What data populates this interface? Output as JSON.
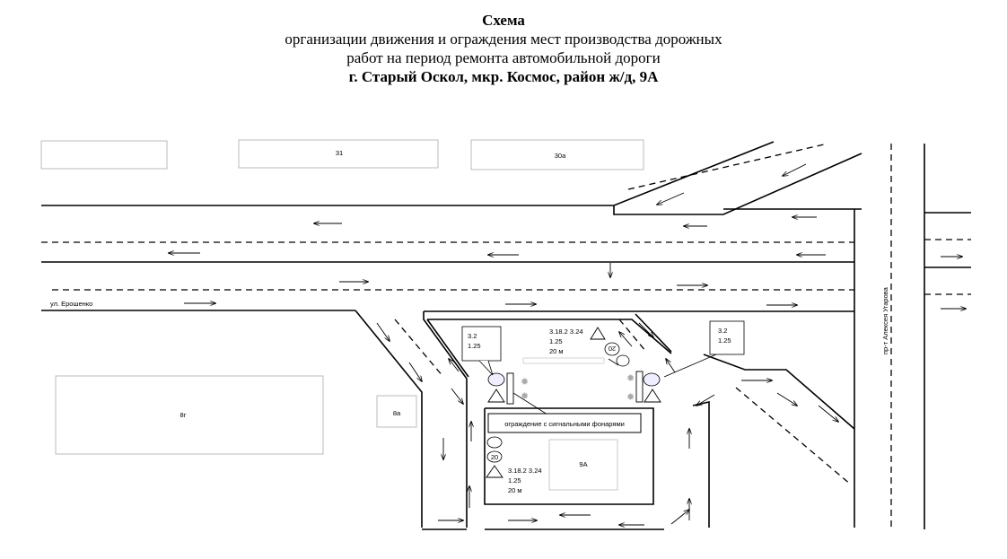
{
  "title": {
    "line1": "Схема",
    "line2": "организации движения и ограждения мест производства дорожных",
    "line3": "работ на период ремонта автомобильной дороги",
    "line4": "г. Старый Оскол, мкр. Космос, район ж/д, 9А"
  },
  "buildings": {
    "b31": "31",
    "b30a": "30а",
    "b8g": "8г",
    "b8a": "8а",
    "b9a": "9А"
  },
  "streets": {
    "eroshenko": "ул. Ерошенко",
    "ugarova": "пр-т Алексея Угарова"
  },
  "callouts": {
    "left_sign_line1": "3.2",
    "left_sign_line2": "1.25",
    "right_sign_line1": "3.2",
    "right_sign_line2": "1.25",
    "top_signs_line1": "3.18.2 3.24",
    "top_signs_line2": "1.25",
    "top_signs_line3": "20 м",
    "bottom_signs_line1": "3.18.2 3.24",
    "bottom_signs_line2": "1.25",
    "bottom_signs_line3": "20 м",
    "fence_label": "ограждение с сигнальными фонарями",
    "speed_limit": "20"
  }
}
